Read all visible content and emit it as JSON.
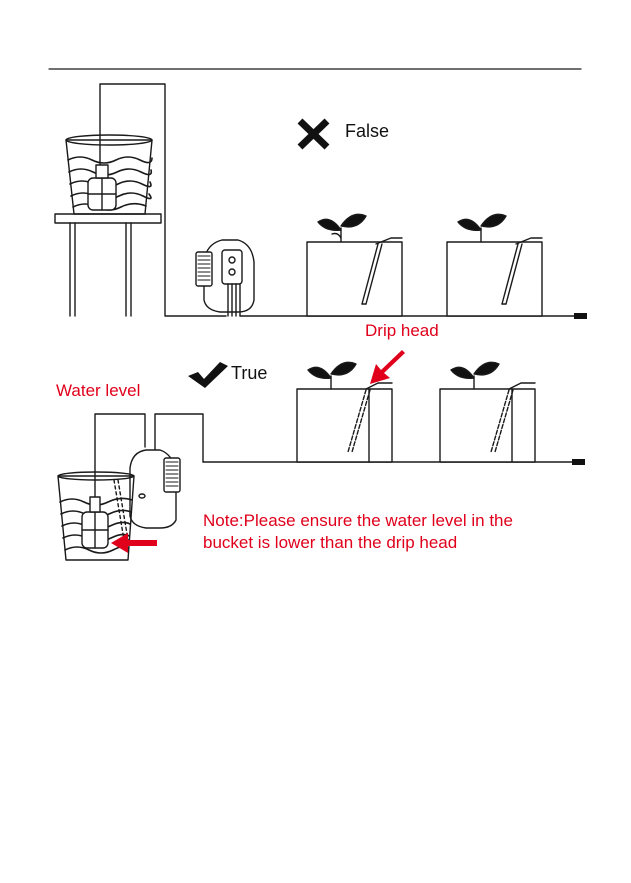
{
  "labels": {
    "false_label": "False",
    "true_label": "True",
    "drip_head": "Drip head",
    "water_level": "Water level",
    "note_line1": "Note:Please ensure the water level in the",
    "note_line2": "bucket is lower than the drip head"
  },
  "icons": {
    "false_marker": "cross-icon",
    "true_marker": "check-icon"
  },
  "colors": {
    "accent": "#e0001b",
    "line": "#1a1a1a",
    "text": "#111111"
  }
}
